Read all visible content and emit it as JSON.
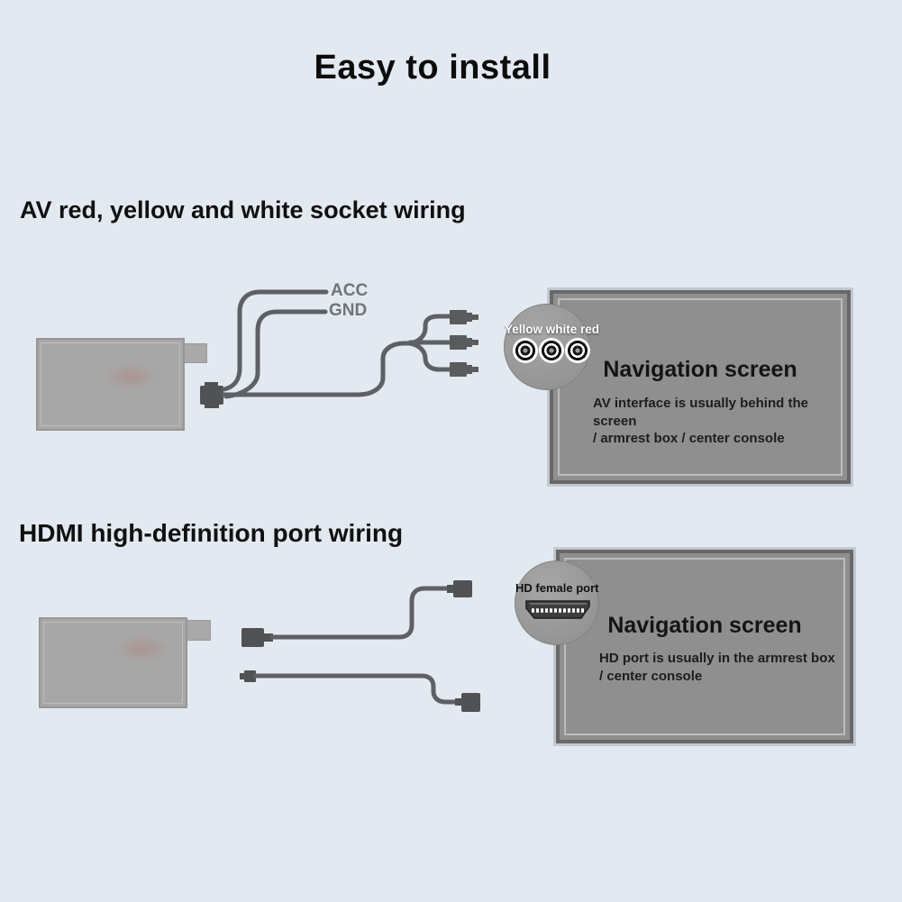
{
  "title": "Easy to install",
  "colors": {
    "background": "#e3e9f0",
    "heading_text": "#101010",
    "screen_fill": "#8f8f8f",
    "screen_border": "#686868",
    "device_fill": "#a7a7a7",
    "callout_fill": "#9a9a9a",
    "wire": "#5d6165",
    "connector": "#515254",
    "wire_label_gray": "#70747a",
    "callout_av_label_color": "#ffffff",
    "callout_hdmi_label_color": "#111111"
  },
  "av_section": {
    "heading": "AV red, yellow and white socket wiring",
    "acc_label": "ACC",
    "gnd_label": "GND",
    "callout_label": "Yellow white red",
    "screen_title": "Navigation screen",
    "screen_line1": "AV interface is usually behind the screen",
    "screen_line2": "/ armrest box / center console"
  },
  "hdmi_section": {
    "heading": "HDMI high-definition port wiring",
    "callout_label": "HD female port",
    "screen_title": "Navigation screen",
    "screen_line1": "HD port is usually in the armrest box",
    "screen_line2": "/ center console"
  }
}
